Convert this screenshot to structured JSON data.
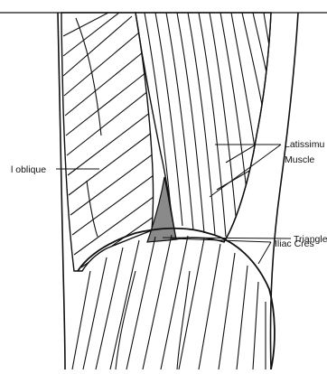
{
  "labels": {
    "external_oblique": "l oblique",
    "latissimus_line1": "Latissimu",
    "latissimus_line2": "Muscle",
    "triangle": "Triangle o",
    "iliac_crest": "Iliac Cres"
  },
  "colors": {
    "ink": "#111111",
    "triangle_fill": "#8a8a8a",
    "background": "#ffffff"
  }
}
